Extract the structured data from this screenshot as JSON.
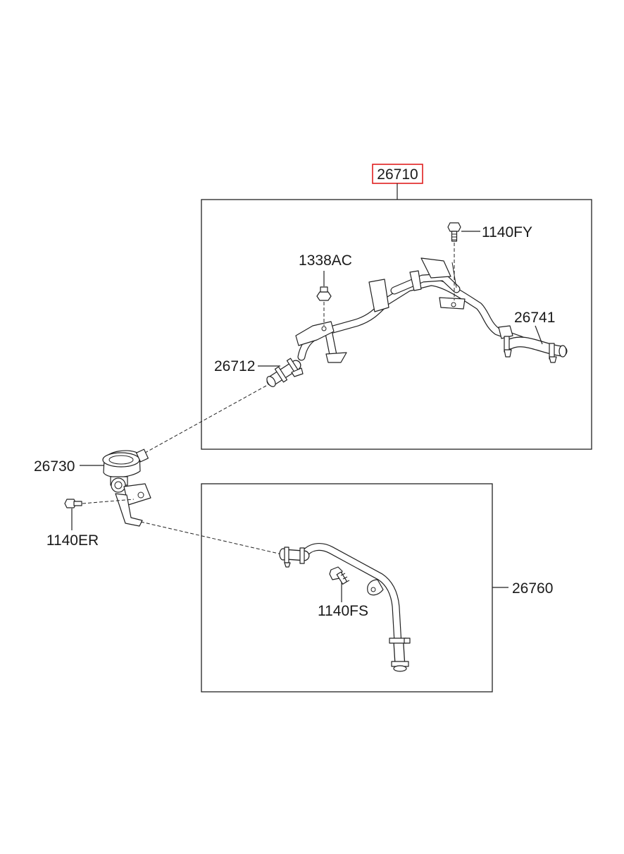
{
  "highlight_color": "#e02020",
  "callouts": {
    "assembly_upper": "26710",
    "bolt_upper_right": "1140FY",
    "nut_upper": "1338AC",
    "hose_right": "26741",
    "hose_left": "26712",
    "valve": "26730",
    "bolt_valve": "1140ER",
    "bolt_lower": "1140FS",
    "assembly_lower": "26760"
  }
}
